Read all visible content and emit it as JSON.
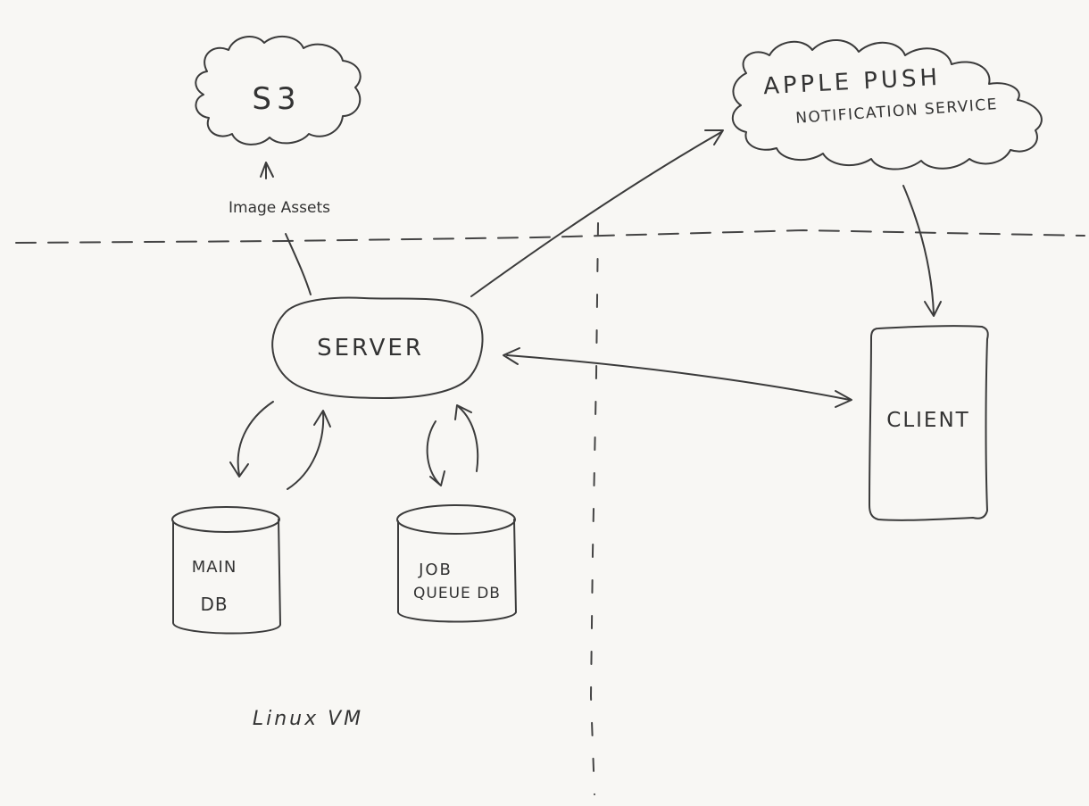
{
  "nodes": {
    "s3": {
      "label": "S3"
    },
    "apns": {
      "line1": "APPLE PUSH",
      "line2": "NOTIFICATION SERVICE"
    },
    "server": {
      "label": "SERVER"
    },
    "client": {
      "label": "CLIENT"
    },
    "main_db": {
      "line1": "MAIN",
      "line2": "DB"
    },
    "job_queue_db": {
      "line1": "JOB",
      "line2": "QUEUE DB"
    }
  },
  "edges": {
    "image_assets": {
      "label": "Image Assets"
    }
  },
  "zones": {
    "linux_vm": {
      "label": "Linux VM"
    }
  },
  "colors": {
    "ink": "#3b3b3b",
    "paper": "#f8f7f4"
  }
}
